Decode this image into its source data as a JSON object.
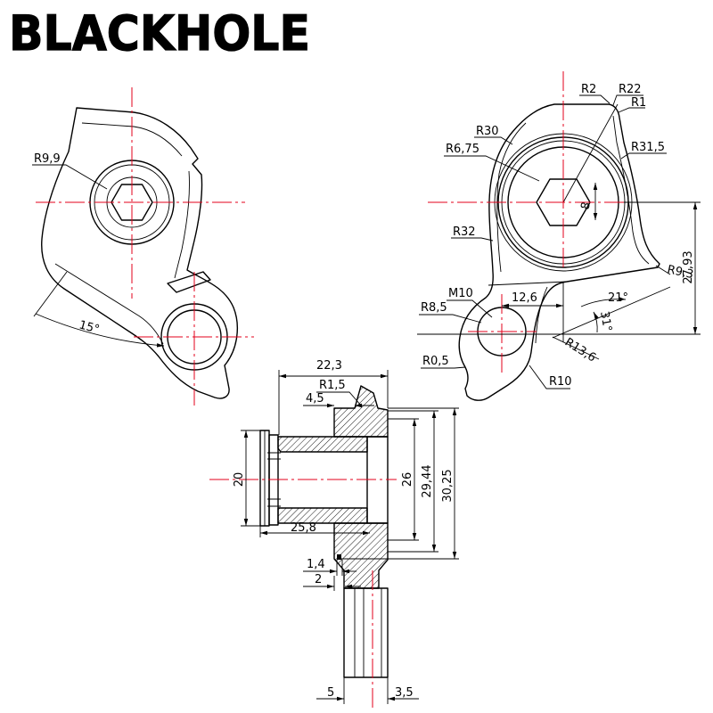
{
  "title": "BLACKHOLE",
  "colors": {
    "line": "#000000",
    "centerline": "#e3001b",
    "background": "#ffffff"
  },
  "left_view": {
    "labels": {
      "r9_9": "R9,9",
      "angle_15": "15°"
    }
  },
  "right_view": {
    "labels": {
      "r2": "R2",
      "r22": "R22",
      "r1": "R1",
      "r30": "R30",
      "r6_75": "R6,75",
      "r31_5": "R31,5",
      "r32": "R32",
      "hex_8": "8",
      "r9_3": "R9,3",
      "d27_93": "27,93",
      "m10": "M10",
      "r8_5": "R8,5",
      "d12_6": "12,6",
      "angle_21": "21°",
      "angle_31": "31°",
      "r13_6": "R13,6",
      "r0_5": "R0,5",
      "r10": "R10"
    }
  },
  "section_view": {
    "labels": {
      "d22_3": "22,3",
      "r1_5": "R1,5",
      "d4_5": "4,5",
      "d20": "20",
      "d26": "26",
      "d29_44": "29,44",
      "d30_25": "30,25",
      "d25_8": "25,8",
      "d1_4": "1,4",
      "d2": "2",
      "d5": "5",
      "d3_5": "3,5"
    }
  }
}
